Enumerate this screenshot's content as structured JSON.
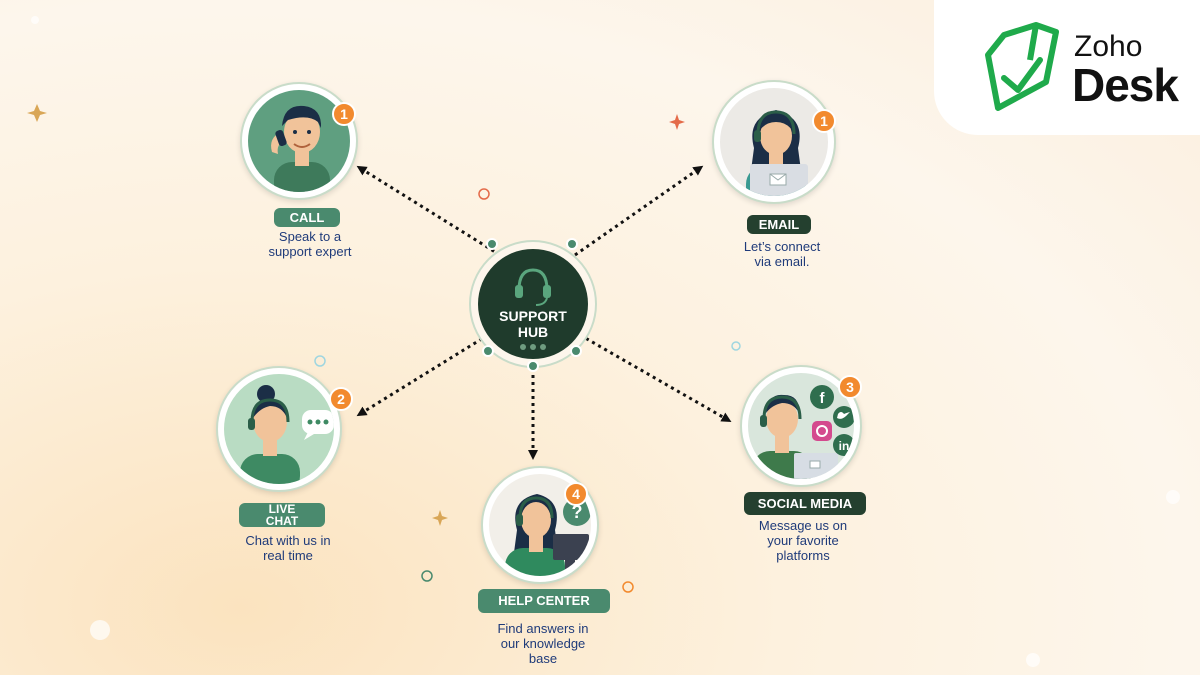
{
  "brand": {
    "line1": "Zoho",
    "line2": "Desk"
  },
  "hub": {
    "line1": "SUPPORT",
    "line2": "HUB"
  },
  "channels": [
    {
      "id": "call",
      "label": "CALL",
      "description": [
        "Speak to a",
        "support expert"
      ],
      "step": "1"
    },
    {
      "id": "email",
      "label": "EMAIL",
      "description": [
        "Let’s connect",
        "via email."
      ],
      "step": "1"
    },
    {
      "id": "live-chat",
      "label": [
        "LIVE",
        "CHAT"
      ],
      "description": [
        "Chat with us in",
        "real time"
      ],
      "step": "2"
    },
    {
      "id": "help-center",
      "label": "HELP CENTER",
      "description": [
        "Find answers in",
        "our knowledge",
        "base"
      ],
      "step": "4"
    },
    {
      "id": "social-media",
      "label": "SOCIAL MEDIA",
      "description": [
        "Message us on",
        "your favorite",
        "platforms"
      ],
      "step": "3"
    }
  ],
  "colors": {
    "primary": "#4a8a6e",
    "dark": "#24402f",
    "badge": "#f28a2e",
    "text": "#1f3b7a"
  },
  "icons": {
    "hub": "headset-icon",
    "chat": "speech-bubble-icon",
    "help": "question-icon",
    "email": "envelope-icon"
  },
  "social_icons": [
    "facebook-icon",
    "twitter-icon",
    "instagram-icon",
    "linkedin-icon"
  ]
}
